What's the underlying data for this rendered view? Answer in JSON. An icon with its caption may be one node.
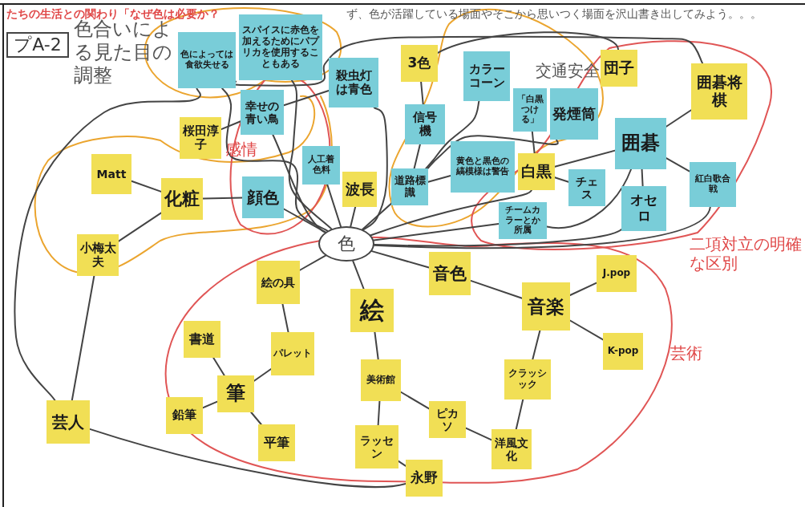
{
  "diagram": {
    "nodes": [
      {
        "text": [
          "色"
        ]
      },
      {
        "text": [
          "色によっては食欲失せる"
        ]
      },
      {
        "text": [
          "スパイスに赤色を加えるためにパプリカを使用することもある"
        ]
      },
      {
        "text": [
          "殺虫灯は青色"
        ]
      },
      {
        "text": [
          "幸せの青い鳥"
        ]
      },
      {
        "text": [
          "人工着色料"
        ]
      },
      {
        "text": [
          "顔色"
        ]
      },
      {
        "text": [
          "桜田淳子"
        ]
      },
      {
        "text": [
          "Matt"
        ]
      },
      {
        "text": [
          "化粧"
        ]
      },
      {
        "text": [
          "小梅太夫"
        ]
      },
      {
        "text": [
          "波長"
        ]
      },
      {
        "text": [
          "3色"
        ]
      },
      {
        "text": [
          "信号機"
        ]
      },
      {
        "text": [
          "カラーコーン"
        ]
      },
      {
        "text": [
          "「白黒つける」"
        ]
      },
      {
        "text": [
          "発煙筒"
        ]
      },
      {
        "text": [
          "団子"
        ]
      },
      {
        "text": [
          "囲碁将棋"
        ]
      },
      {
        "text": [
          "道路標識"
        ]
      },
      {
        "text": [
          "黄色と黒色の縞模様は警告"
        ]
      },
      {
        "text": [
          "白黒"
        ]
      },
      {
        "text": [
          "チェス"
        ]
      },
      {
        "text": [
          "囲碁"
        ]
      },
      {
        "text": [
          "オセロ"
        ]
      },
      {
        "text": [
          "紅白歌合戦"
        ]
      },
      {
        "text": [
          "チームカラーとか所属"
        ]
      },
      {
        "text": [
          "音色"
        ]
      },
      {
        "text": [
          "絵の具"
        ]
      },
      {
        "text": [
          "絵"
        ]
      },
      {
        "text": [
          "J.pop"
        ]
      },
      {
        "text": [
          "音楽"
        ]
      },
      {
        "text": [
          "書道"
        ]
      },
      {
        "text": [
          "パレット"
        ]
      },
      {
        "text": [
          "美術館"
        ]
      },
      {
        "text": [
          "K-pop"
        ]
      },
      {
        "text": [
          "クラッシック"
        ]
      },
      {
        "text": [
          "筆"
        ]
      },
      {
        "text": [
          "鉛筆"
        ]
      },
      {
        "text": [
          "芸人"
        ]
      },
      {
        "text": [
          "ピカソ"
        ]
      },
      {
        "text": [
          "平筆"
        ]
      },
      {
        "text": [
          "ラッセン"
        ]
      },
      {
        "text": [
          "洋風文化"
        ]
      },
      {
        "text": [
          "永野"
        ]
      },
      {
        "text": [
          "プA-2"
        ]
      }
    ],
    "edges": [
      {
        "from": 0,
        "to": 1,
        "arrow": "none"
      },
      {
        "from": 0,
        "to": 2,
        "arrow": "none"
      },
      {
        "from": 0,
        "to": 3,
        "arrow": "none"
      },
      {
        "from": 0,
        "to": 4,
        "arrow": "none"
      },
      {
        "from": 0,
        "to": 5,
        "arrow": "none"
      },
      {
        "from": 0,
        "to": 6,
        "arrow": "none"
      },
      {
        "from": 0,
        "to": 11,
        "arrow": "none"
      },
      {
        "from": 0,
        "to": 19,
        "arrow": "none"
      },
      {
        "from": 0,
        "to": 21,
        "arrow": "none"
      },
      {
        "from": 0,
        "to": 26,
        "arrow": "none"
      },
      {
        "from": 0,
        "to": 24,
        "arrow": "none"
      },
      {
        "from": 0,
        "to": 25,
        "arrow": "none"
      },
      {
        "from": 0,
        "to": 27,
        "arrow": "none"
      },
      {
        "from": 0,
        "to": 28,
        "arrow": "none"
      },
      {
        "from": 0,
        "to": 29,
        "arrow": "none"
      },
      {
        "from": 4,
        "to": 7,
        "arrow": "none"
      },
      {
        "from": 4,
        "to": 3,
        "arrow": "none"
      },
      {
        "from": 9,
        "to": 6,
        "arrow": "none"
      },
      {
        "from": 9,
        "to": 8,
        "arrow": "none"
      },
      {
        "from": 9,
        "to": 10,
        "arrow": "none"
      },
      {
        "from": 10,
        "to": 39,
        "arrow": "none"
      },
      {
        "from": 39,
        "to": 1,
        "arrow": "none"
      },
      {
        "from": 1,
        "to": 18,
        "arrow": "none"
      },
      {
        "from": 39,
        "to": 44,
        "arrow": "none"
      },
      {
        "from": 12,
        "to": 13,
        "arrow": "none"
      },
      {
        "from": 12,
        "to": 17,
        "arrow": "none"
      },
      {
        "from": 13,
        "to": 19,
        "arrow": "none"
      },
      {
        "from": 14,
        "to": 19,
        "arrow": "none"
      },
      {
        "from": 20,
        "to": 19,
        "arrow": "none"
      },
      {
        "from": 16,
        "to": 19,
        "arrow": "none"
      },
      {
        "from": 15,
        "to": 21,
        "arrow": "none"
      },
      {
        "from": 21,
        "to": 23,
        "arrow": "none"
      },
      {
        "from": 21,
        "to": 22,
        "arrow": "none"
      },
      {
        "from": 23,
        "to": 18,
        "arrow": "none"
      },
      {
        "from": 23,
        "to": 25,
        "arrow": "none"
      },
      {
        "from": 23,
        "to": 24,
        "arrow": "none"
      },
      {
        "from": 23,
        "to": 26,
        "arrow": "none"
      },
      {
        "from": 27,
        "to": 31,
        "arrow": "none"
      },
      {
        "from": 31,
        "to": 30,
        "arrow": "none"
      },
      {
        "from": 31,
        "to": 35,
        "arrow": "none"
      },
      {
        "from": 31,
        "to": 36,
        "arrow": "none"
      },
      {
        "from": 36,
        "to": 43,
        "arrow": "none"
      },
      {
        "from": 43,
        "to": 40,
        "arrow": "none"
      },
      {
        "from": 40,
        "to": 34,
        "arrow": "none"
      },
      {
        "from": 29,
        "to": 34,
        "arrow": "none"
      },
      {
        "from": 34,
        "to": 42,
        "arrow": "none"
      },
      {
        "from": 42,
        "to": 44,
        "arrow": "none"
      },
      {
        "from": 28,
        "to": 33,
        "arrow": "none"
      },
      {
        "from": 33,
        "to": 37,
        "arrow": "none"
      },
      {
        "from": 37,
        "to": 32,
        "arrow": "none"
      },
      {
        "from": 37,
        "to": 38,
        "arrow": "none"
      },
      {
        "from": 37,
        "to": 41,
        "arrow": "none"
      }
    ],
    "labels": [
      "たちの生活との関わり「なぜ色は必要か？",
      "ず、色が活躍している場面やそこから思いつく場面を沢山書き出してみよう。。。",
      "色合いによる見た目の調整",
      "交通安全",
      "感情",
      "二項対立の明確な区別",
      "芸術"
    ]
  }
}
